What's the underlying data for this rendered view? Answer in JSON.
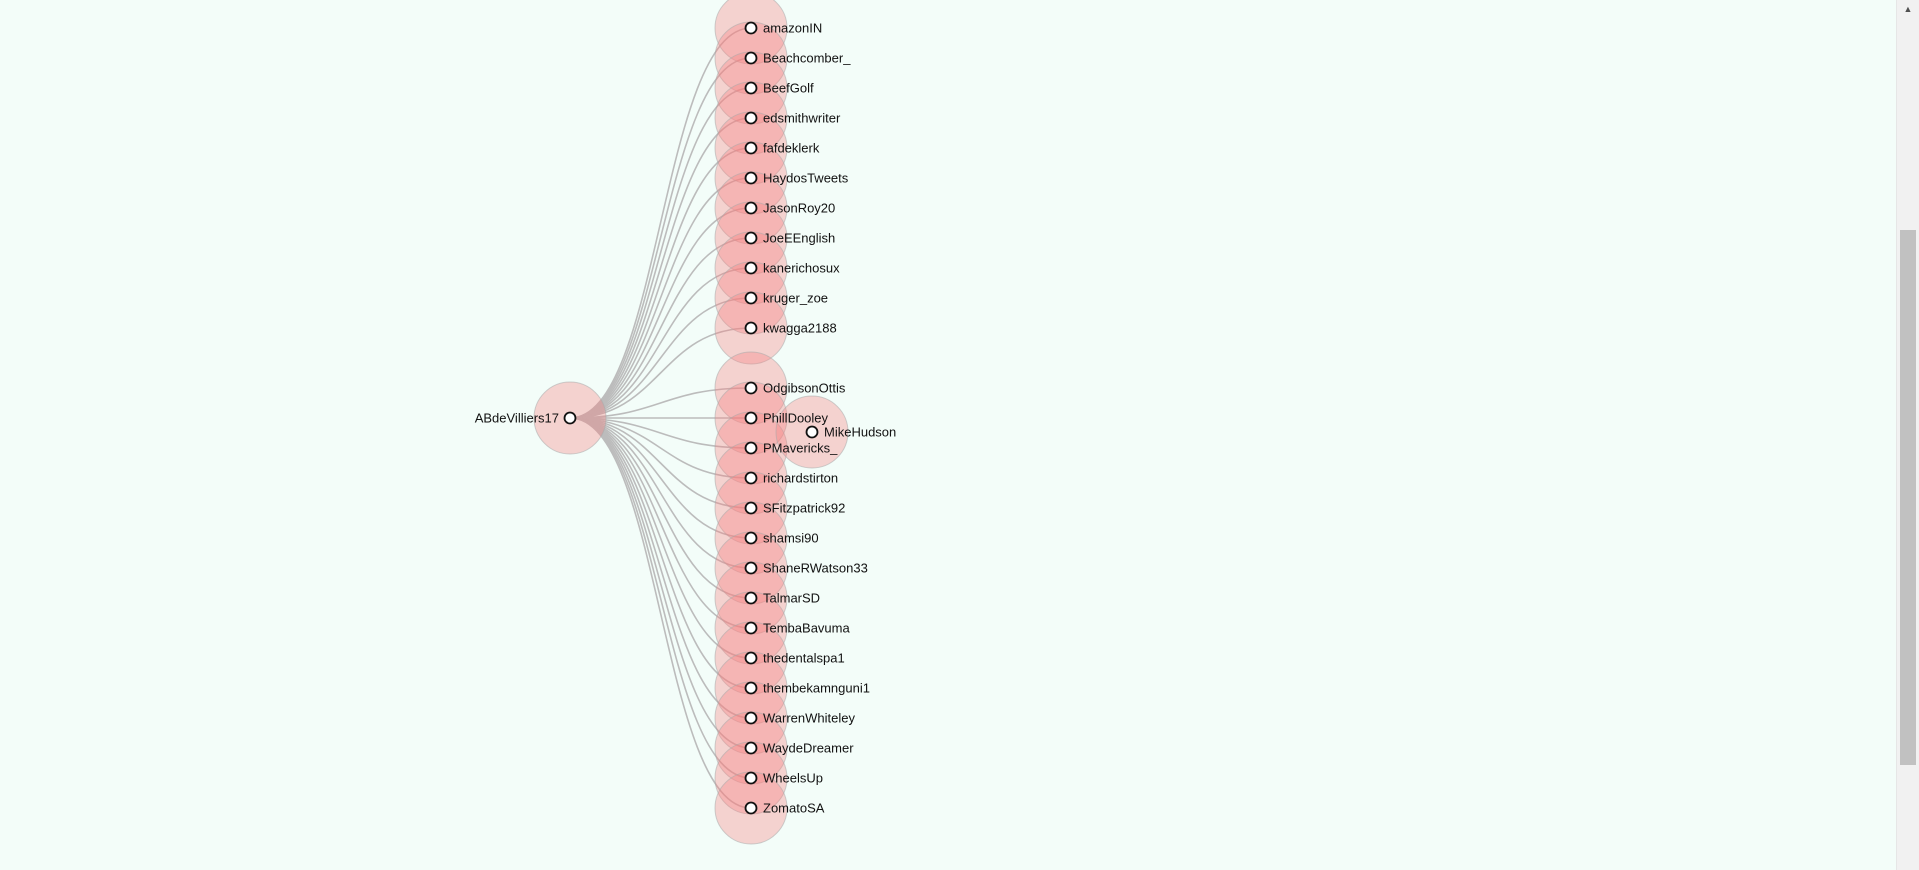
{
  "tree": {
    "root": {
      "label": "ABdeVilliers17"
    },
    "children": [
      {
        "label": "amazonIN"
      },
      {
        "label": "Beachcomber_"
      },
      {
        "label": "BeefGolf"
      },
      {
        "label": "edsmithwriter"
      },
      {
        "label": "fafdeklerk"
      },
      {
        "label": "HaydosTweets"
      },
      {
        "label": "JasonRoy20"
      },
      {
        "label": "JoeEEnglish"
      },
      {
        "label": "kanerichosux"
      },
      {
        "label": "kruger_zoe"
      },
      {
        "label": "kwagga2188"
      },
      {
        "label": "OdgibsonOttis"
      },
      {
        "label": "PhillDooley"
      },
      {
        "label": "PMavericks_"
      },
      {
        "label": "richardstirton"
      },
      {
        "label": "SFitzpatrick92"
      },
      {
        "label": "shamsi90"
      },
      {
        "label": "ShaneRWatson33"
      },
      {
        "label": "TalmarSD"
      },
      {
        "label": "TembaBavuma"
      },
      {
        "label": "thedentalspa1"
      },
      {
        "label": "thembekamnguni1"
      },
      {
        "label": "WarrenWhiteley"
      },
      {
        "label": "WaydeDreamer"
      },
      {
        "label": "WheelsUp"
      },
      {
        "label": "ZomatoSA"
      }
    ],
    "extra_node": {
      "label": "MikeHudson"
    }
  },
  "colors": {
    "background": "#f3fdf9",
    "halo": "#f58282",
    "link": "#bcbcbc",
    "node_stroke": "#111111"
  },
  "scrollbar": {
    "up_icon": "scroll-up-arrow-icon"
  }
}
